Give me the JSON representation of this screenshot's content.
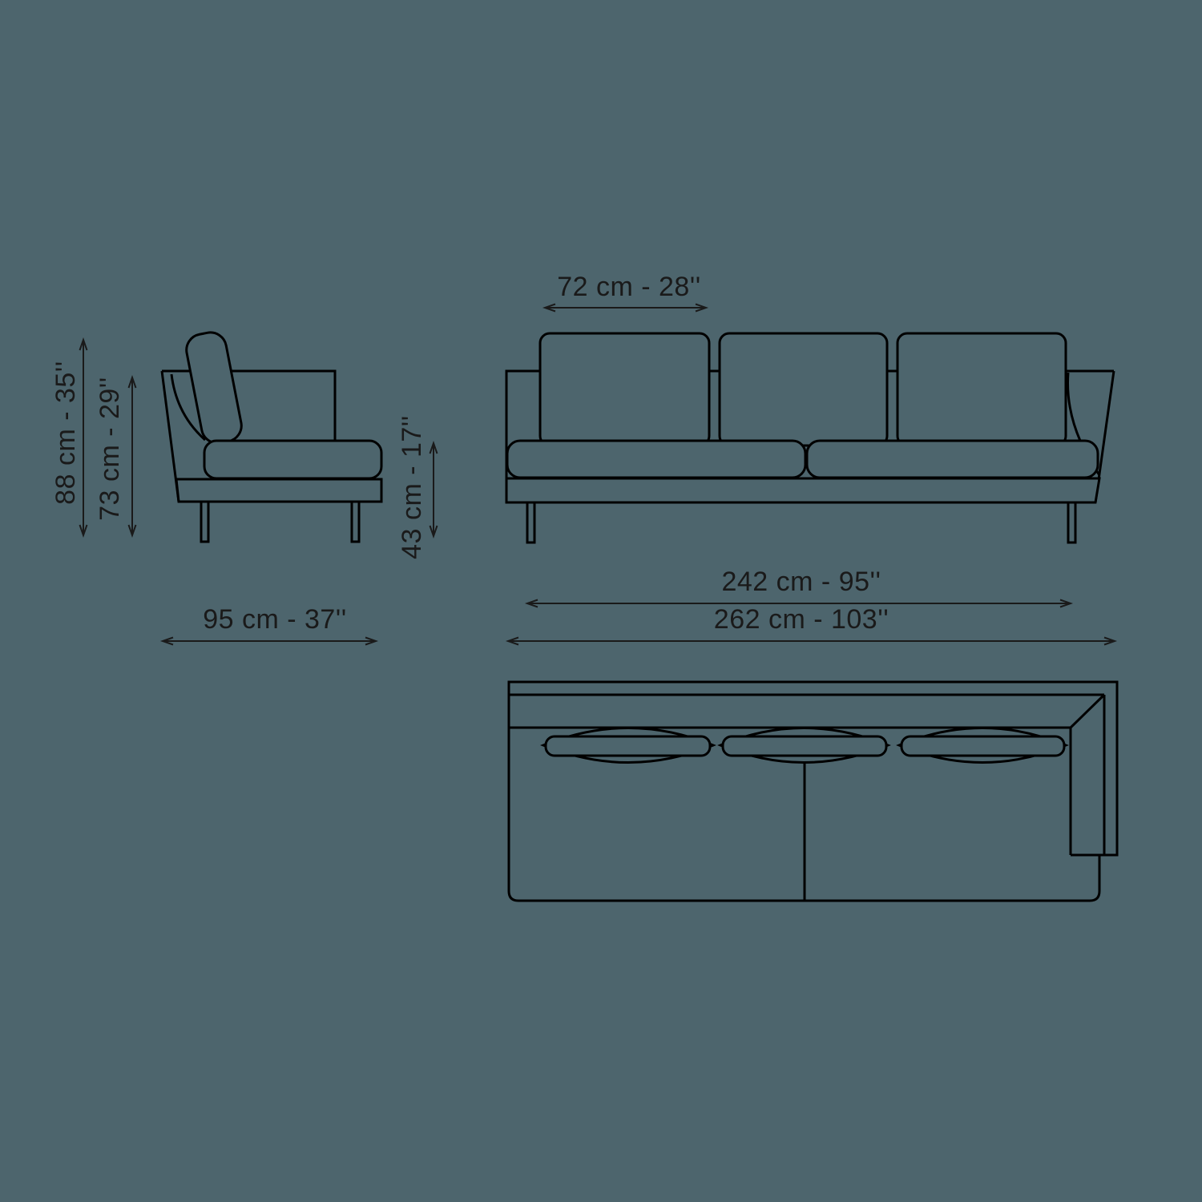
{
  "colors": {
    "background": "#4d656d",
    "line": "#000000",
    "dimension": "#1a1a1a"
  },
  "side_view": {
    "overall_height_label": "88 cm - 35''",
    "back_height_label": "73 cm - 29''",
    "seat_height_label": "43 cm - 17''",
    "depth_label": "95 cm - 37''"
  },
  "front_view": {
    "cushion_width_label": "72 cm - 28''",
    "inner_width_label": "242 cm - 95''",
    "overall_width_label": "262 cm - 103''"
  }
}
